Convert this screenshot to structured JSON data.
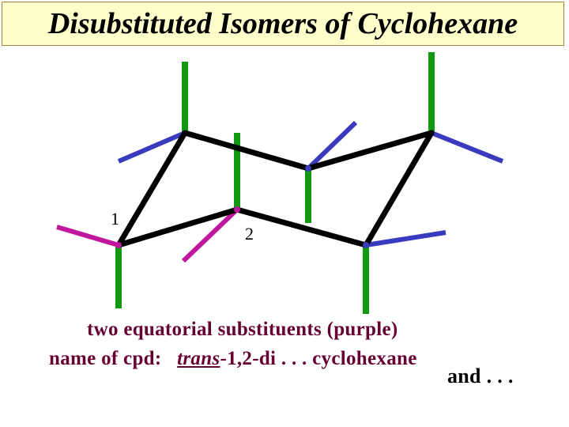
{
  "title": "Disubstituted Isomers of Cyclohexane",
  "labels": {
    "carbon1": "1",
    "carbon2": "2"
  },
  "caption": {
    "line1": "two equatorial substituents (purple)",
    "line2_prefix": "name of cpd:",
    "line2_stereo": "trans",
    "line2_rest": "-1,2-di . . . cyclohexane",
    "line3": "and . . ."
  },
  "colors": {
    "ring": "#000000",
    "axial": "#119911",
    "equatorial": "#3a3abf",
    "substituent": "#c0169e",
    "caption": "#660033",
    "title_bg": "#ffffcc"
  }
}
